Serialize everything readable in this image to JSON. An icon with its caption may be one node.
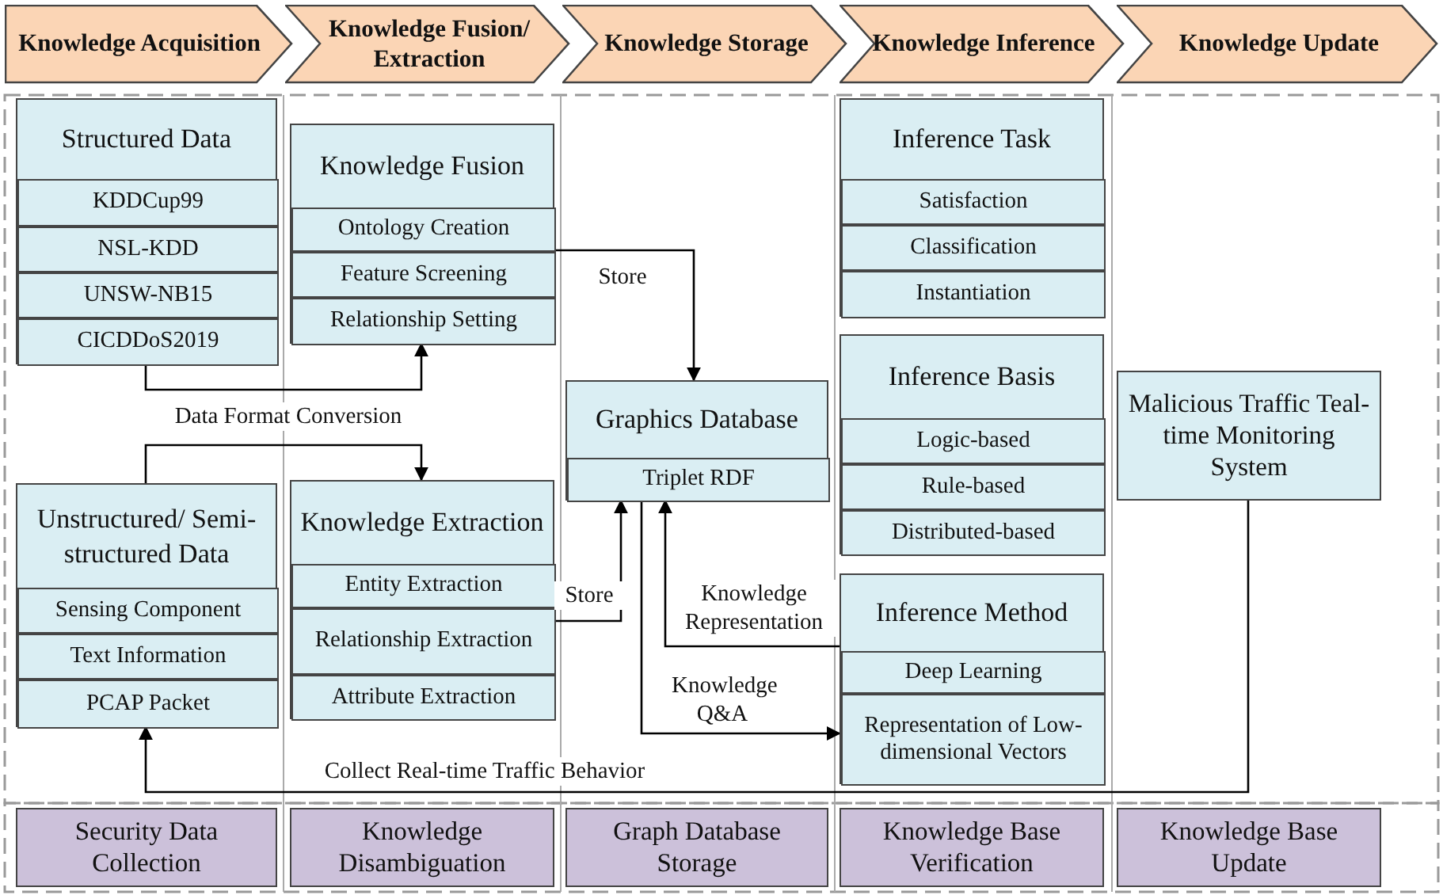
{
  "diagram": {
    "nodes": [
      {
        "text": [
          "Knowledge Acquisition"
        ]
      },
      {
        "text": [
          "Knowledge Fusion/ Extraction"
        ]
      },
      {
        "text": [
          "Knowledge Storage"
        ]
      },
      {
        "text": [
          "Knowledge Inference"
        ]
      },
      {
        "text": [
          "Knowledge Update"
        ]
      },
      {
        "text": [
          "Structured Data"
        ]
      },
      {
        "text": [
          "KDDCup99"
        ],
        "in": 5
      },
      {
        "text": [
          "NSL-KDD"
        ],
        "in": 5
      },
      {
        "text": [
          "UNSW-NB15"
        ],
        "in": 5
      },
      {
        "text": [
          "CICDDoS2019"
        ],
        "in": 5
      },
      {
        "text": [
          "Unstructured/ Semi-structured Data"
        ]
      },
      {
        "text": [
          "Sensing Component"
        ],
        "in": 10
      },
      {
        "text": [
          "Text Information"
        ],
        "in": 10
      },
      {
        "text": [
          "PCAP Packet"
        ],
        "in": 10
      },
      {
        "text": [
          "Knowledge Fusion"
        ]
      },
      {
        "text": [
          "Ontology Creation"
        ],
        "in": 14
      },
      {
        "text": [
          "Feature Screening"
        ],
        "in": 14
      },
      {
        "text": [
          "Relationship Setting"
        ],
        "in": 14
      },
      {
        "text": [
          "Knowledge Extraction"
        ]
      },
      {
        "text": [
          "Entity Extraction"
        ],
        "in": 18
      },
      {
        "text": [
          "Relationship Extraction"
        ],
        "in": 18
      },
      {
        "text": [
          "Attribute Extraction"
        ],
        "in": 18
      },
      {
        "text": [
          "Graphics Database"
        ]
      },
      {
        "text": [
          "Triplet RDF"
        ],
        "in": 22
      },
      {
        "text": [
          "Inference Task"
        ]
      },
      {
        "text": [
          "Satisfaction"
        ],
        "in": 24
      },
      {
        "text": [
          "Classification"
        ],
        "in": 24
      },
      {
        "text": [
          "Instantiation"
        ],
        "in": 24
      },
      {
        "text": [
          "Inference Basis"
        ]
      },
      {
        "text": [
          "Logic-based"
        ],
        "in": 28
      },
      {
        "text": [
          "Rule-based"
        ],
        "in": 28
      },
      {
        "text": [
          "Distributed-based"
        ],
        "in": 28
      },
      {
        "text": [
          "Inference Method"
        ]
      },
      {
        "text": [
          "Deep Learning"
        ],
        "in": 32
      },
      {
        "text": [
          "Representation of Low-dimensional Vectors"
        ],
        "in": 32
      },
      {
        "text": [
          "Malicious Traffic Teal-time Monitoring System"
        ]
      },
      {
        "text": [
          "Security Data Collection"
        ]
      },
      {
        "text": [
          "Knowledge Disambiguation"
        ]
      },
      {
        "text": [
          "Graph Database Storage"
        ]
      },
      {
        "text": [
          "Knowledge Base Verification"
        ]
      },
      {
        "text": [
          "Knowledge Base Update"
        ]
      }
    ],
    "edges": [
      {
        "from": 9,
        "to": 17,
        "arrow": "to",
        "label": "Data Format Conversion"
      },
      {
        "from": 10,
        "to": 18,
        "arrow": "to"
      },
      {
        "from": 16,
        "to": 22,
        "arrow": "to",
        "label": "Store"
      },
      {
        "from": 20,
        "to": 23,
        "arrow": "to",
        "label": "Store"
      },
      {
        "from": 32,
        "to": 23,
        "arrow": "to",
        "label": "Knowledge Representation"
      },
      {
        "from": 23,
        "to": 34,
        "arrow": "to",
        "label": "Knowledge Q&A"
      },
      {
        "from": 35,
        "to": 13,
        "arrow": "to",
        "label": "Collect Real-time Traffic Behavior"
      }
    ]
  }
}
